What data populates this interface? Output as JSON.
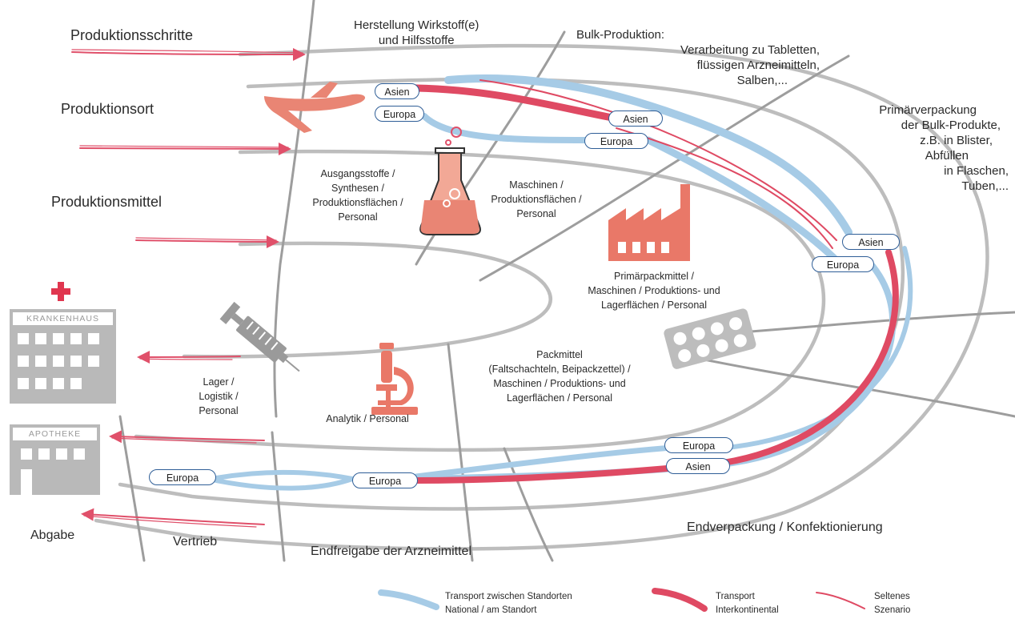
{
  "row_labels": {
    "steps": "Produktionsschritte",
    "location": "Produktionsort",
    "means": "Produktionsmittel"
  },
  "stages": {
    "active_ingredient": [
      "Herstellung Wirkstoff(e)",
      "und Hilfsstoffe"
    ],
    "bulk": [
      "Bulk-Produktion:",
      "Verarbeitung zu Tabletten,",
      "flüssigen Arzneimitteln,",
      "Salben,..."
    ],
    "primary": [
      "Primärverpackung",
      "der Bulk-Produkte,",
      "z.B. in Blister,",
      "Abfüllen",
      "in Flaschen,",
      "Tuben,..."
    ],
    "final_packaging": "Endverpackung / Konfektionierung",
    "release": "Endfreigabe der Arzneimittel",
    "distribution": "Vertrieb",
    "dispensing": "Abgabe"
  },
  "means": {
    "synthesis": [
      "Ausgangsstoffe /",
      "Synthesen /",
      "Produktionsflächen /",
      "Personal"
    ],
    "machines": [
      "Maschinen /",
      "Produktionsflächen /",
      "Personal"
    ],
    "primary_materials": [
      "Primärpackmittel /",
      "Maschinen / Produktions- und",
      "Lagerflächen / Personal"
    ],
    "packaging": [
      "Packmittel",
      "(Faltschachteln, Beipackzettel) /",
      "Maschinen / Produktions- und",
      "Lagerflächen / Personal"
    ],
    "analytics": "Analytik / Personal",
    "storage": [
      "Lager /",
      "Logistik /",
      "Personal"
    ]
  },
  "locations": {
    "s1_asia": "Asien",
    "s1_europe": "Europa",
    "s2_asia": "Asien",
    "s2_europe": "Europa",
    "s3_asia": "Asien",
    "s3_europe": "Europa",
    "s4_europe": "Europa",
    "s4_asia": "Asien",
    "s5_europe": "Europa",
    "s6_europe": "Europa"
  },
  "buildings": {
    "hospital": "KRANKENHAUS",
    "pharmacy": "APOTHEKE"
  },
  "legend": {
    "national": [
      "Transport zwischen Standorten",
      "National / am Standort"
    ],
    "intercontinental": [
      "Transport",
      "Interkontinental"
    ],
    "rare": [
      "Seltenes",
      "Szenario"
    ]
  },
  "colors": {
    "blue": "#a6cbe6",
    "red": "#df4a63",
    "gray": "#b9b9b9",
    "salmon": "#e97868",
    "pill_border": "#2f5e97"
  },
  "icons": [
    "airplane-icon",
    "flask-icon",
    "factory-icon",
    "blister-pack-icon",
    "microscope-icon",
    "syringe-icon",
    "hospital-icon",
    "pharmacy-icon"
  ]
}
